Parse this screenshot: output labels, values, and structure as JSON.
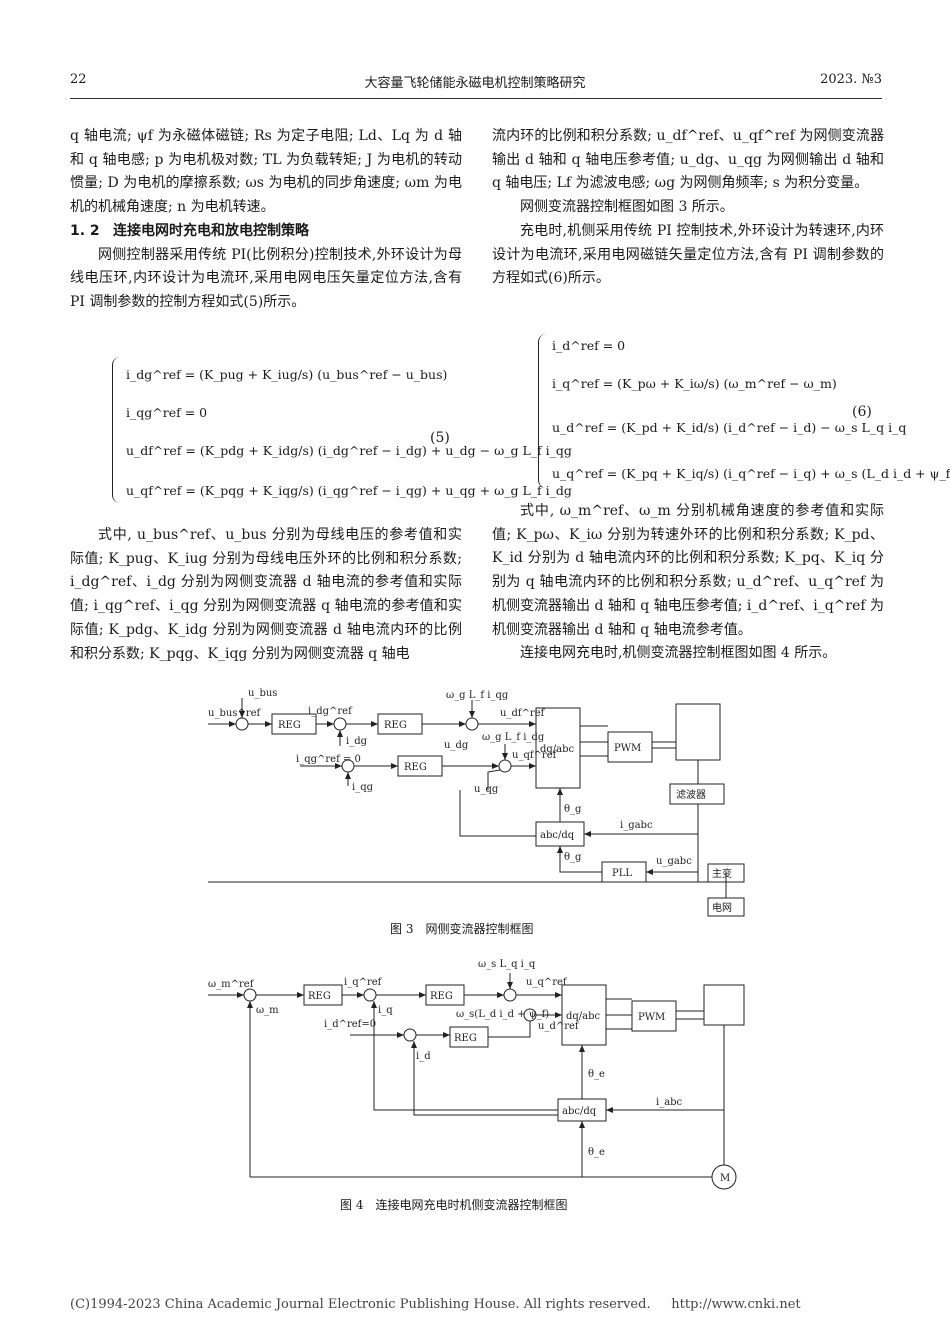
{
  "header": {
    "page_number": "22",
    "title": "大容量飞轮储能永磁电机控制策略研究",
    "issue": "2023. №3"
  },
  "left_column": {
    "para1": "q 轴电流; ψf 为永磁体磁链; Rs 为定子电阻; Ld、Lq 为 d 轴和 q 轴电感; p 为电机极对数; TL 为负载转矩; J 为电机的转动惯量; D 为电机的摩擦系数; ωs 为电机的同步角速度; ωm 为电机的机械角速度; n 为电机转速。",
    "section_num": "1. 2",
    "section_title": "连接电网时充电和放电控制策略",
    "para2": "网侧控制器采用传统 PI(比例积分)控制技术,外环设计为母线电压环,内环设计为电流环,采用电网电压矢量定位方法,含有 PI 调制参数的控制方程如式(5)所示。",
    "eq5": {
      "lines": [
        "i_dg^ref = (K_pug + K_iug/s) (u_bus^ref − u_bus)",
        "i_qg^ref = 0",
        "u_df^ref = (K_pdg + K_idg/s) (i_dg^ref − i_dg) + u_dg − ω_g L_f i_qg",
        "u_qf^ref = (K_pqg + K_iqg/s) (i_qg^ref − i_qg) + u_qg + ω_g L_f i_dg"
      ],
      "number": "(5)"
    },
    "para3": "式中, u_bus^ref、u_bus 分别为母线电压的参考值和实际值; K_pug、K_iug 分别为母线电压外环的比例和积分系数; i_dg^ref、i_dg 分别为网侧变流器 d 轴电流的参考值和实际值; i_qg^ref、i_qg 分别为网侧变流器 q 轴电流的参考值和实际值; K_pdg、K_idg 分别为网侧变流器 d 轴电流内环的比例和积分系数; K_pqg、K_iqg 分别为网侧变流器 q 轴电"
  },
  "right_column": {
    "para1": "流内环的比例和积分系数; u_df^ref、u_qf^ref 为网侧变流器输出 d 轴和 q 轴电压参考值; u_dg、u_qg 为网侧输出 d 轴和 q 轴电压; Lf 为滤波电感; ωg 为网侧角频率; s 为积分变量。",
    "para2": "网侧变流器控制框图如图 3 所示。",
    "para3": "充电时,机侧采用传统 PI 控制技术,外环设计为转速环,内环设计为电流环,采用电网磁链矢量定位方法,含有 PI 调制参数的方程如式(6)所示。",
    "eq6": {
      "lines": [
        "i_d^ref = 0",
        "i_q^ref = (K_pω + K_iω/s) (ω_m^ref − ω_m)",
        "u_d^ref = (K_pd + K_id/s) (i_d^ref − i_d) − ω_s L_q i_q",
        "u_q^ref = (K_pq + K_iq/s) (i_q^ref − i_q) + ω_s (L_d i_d + ψ_f)"
      ],
      "number": "(6)"
    },
    "para4": "式中, ω_m^ref、ω_m 分别机械角速度的参考值和实际值; K_pω、K_iω 分别为转速外环的比例和积分系数; K_pd、K_id 分别为 d 轴电流内环的比例和积分系数; K_pq、K_iq 分别为 q 轴电流内环的比例和积分系数; u_d^ref、u_q^ref 为机侧变流器输出 d 轴和 q 轴电压参考值; i_d^ref、i_q^ref 为机侧变流器输出 d 轴和 q 轴电流参考值。",
    "para5": "连接电网充电时,机侧变流器控制框图如图 4 所示。"
  },
  "figure3": {
    "caption": "图 3　网侧变流器控制框图",
    "labels": {
      "reg": "REG",
      "dq_abc": "dq/abc",
      "abc_dq": "abc/dq",
      "pwm": "PWM",
      "pll": "PLL",
      "filter": "滤波器",
      "transformer": "主变",
      "grid": "电网",
      "u_bus_ref": "u_bus^ref",
      "u_bus": "u_bus",
      "i_dg_ref": "i_dg^ref",
      "i_dg": "i_dg",
      "i_qg_ref": "i_qg^ref = 0",
      "i_qg": "i_qg",
      "wg_lf_iqg": "ω_g L_f i_qg",
      "wg_lf_idg": "ω_g L_f i_dg",
      "u_dg": "u_dg",
      "u_qg": "u_qg",
      "u_df_ref": "u_df^ref",
      "u_qf_ref": "u_qf^ref",
      "theta_g": "θ_g",
      "i_gabc": "i_gabc",
      "u_gabc": "u_gabc"
    }
  },
  "figure4": {
    "caption": "图 4　连接电网充电时机侧变流器控制框图",
    "labels": {
      "reg": "REG",
      "dq_abc": "dq/abc",
      "abc_dq": "abc/dq",
      "pwm": "PWM",
      "motor": "M",
      "w_m_ref": "ω_m^ref",
      "w_m": "ω_m",
      "i_q_ref": "i_q^ref",
      "i_q": "i_q",
      "i_d_ref": "i_d^ref=0",
      "i_d": "i_d",
      "ws_lq_iq": "ω_s L_q i_q",
      "ws_flux": "ω_s(L_d i_d + ψ_f)",
      "u_q_ref": "u_q^ref",
      "u_d_ref": "u_d^ref",
      "theta_e": "θ_e",
      "i_abc": "i_abc"
    }
  },
  "footer": {
    "copyright": "(C)1994-2023 China Academic Journal Electronic Publishing House. All rights reserved.",
    "url": "http://www.cnki.net"
  }
}
